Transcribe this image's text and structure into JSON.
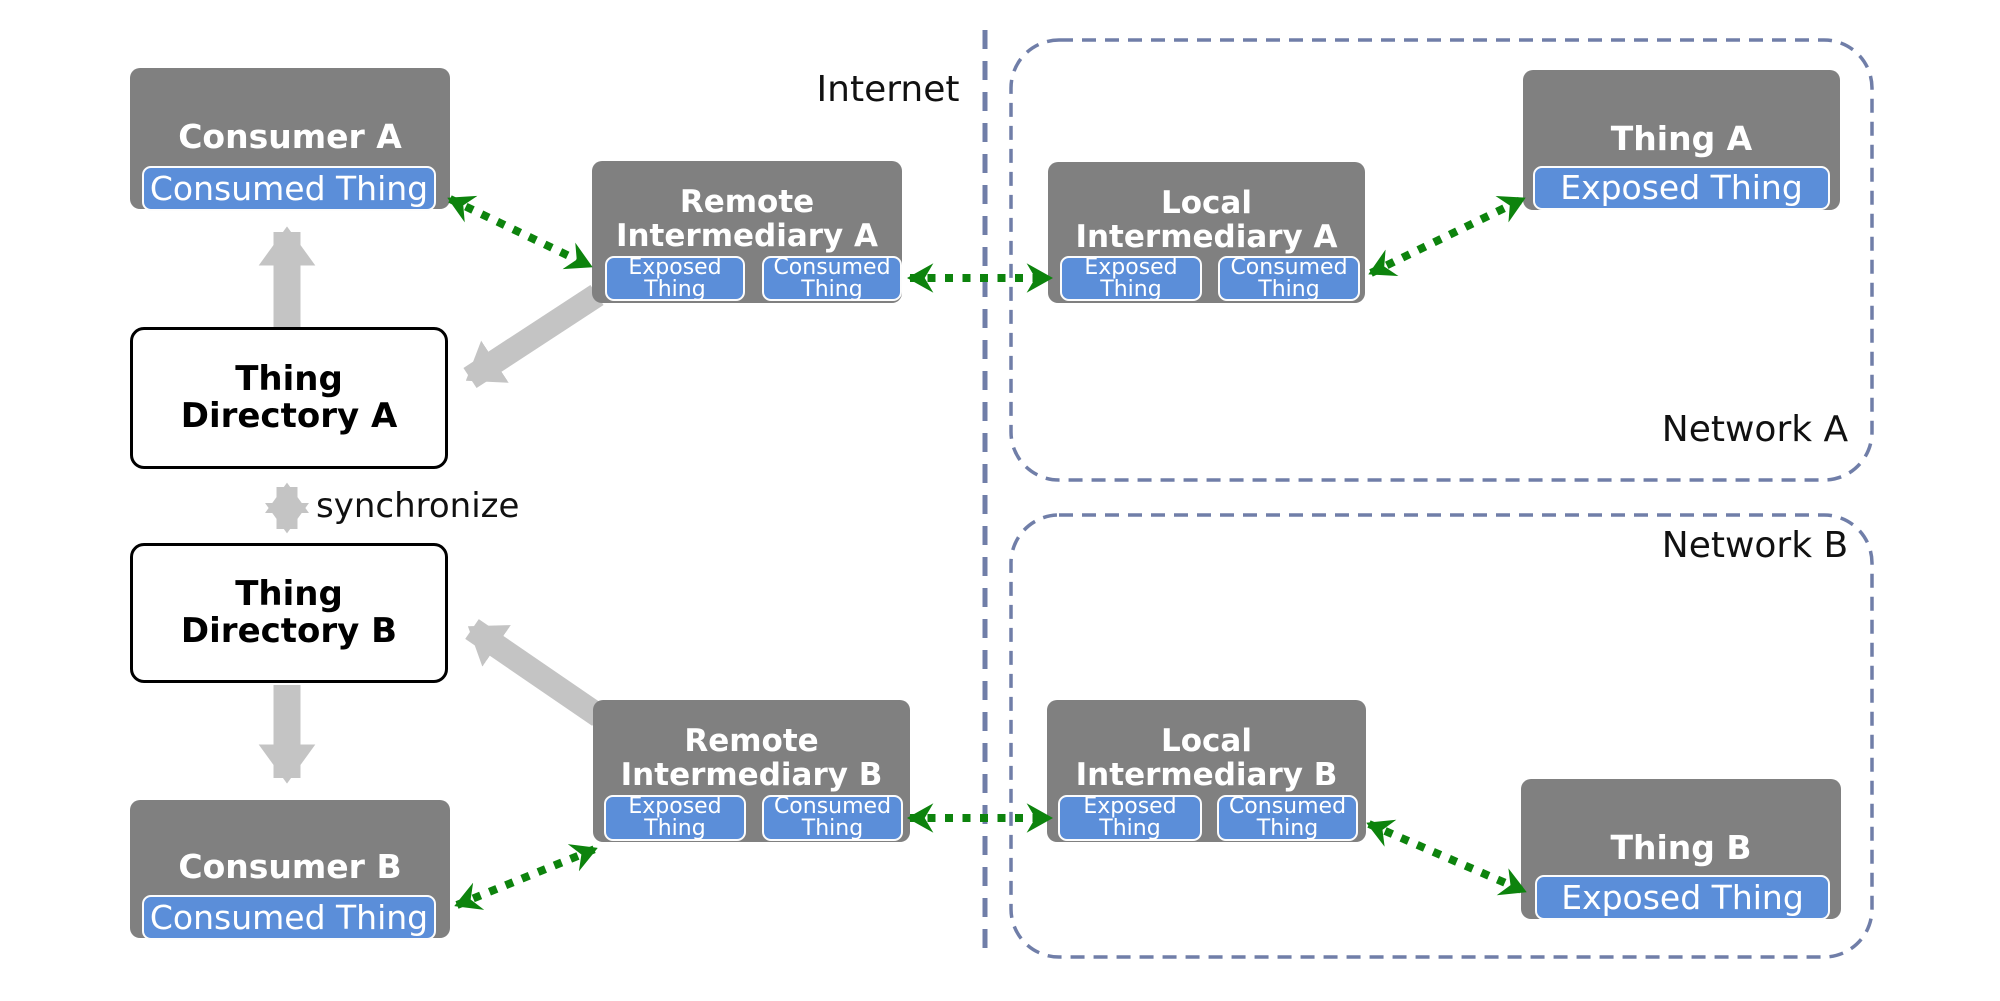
{
  "labels": {
    "internet": "Internet",
    "synchronize": "synchronize",
    "network_a": "Network A",
    "network_b": "Network B"
  },
  "nodes": {
    "consumer_a": {
      "title_lines": [
        "Consumer A"
      ],
      "consumed_label": "Consumed Thing"
    },
    "remote_intermediary_a": {
      "title_lines": [
        "Remote",
        "Intermediary A"
      ],
      "exposed_label": "Exposed Thing",
      "consumed_label": "Consumed Thing"
    },
    "local_intermediary_a": {
      "title_lines": [
        "Local",
        "Intermediary A"
      ],
      "exposed_label": "Exposed Thing",
      "consumed_label": "Consumed Thing"
    },
    "thing_a": {
      "title_lines": [
        "Thing A"
      ],
      "exposed_label": "Exposed Thing"
    },
    "thing_directory_a": {
      "title_lines": [
        "Thing",
        "Directory A"
      ]
    },
    "thing_directory_b": {
      "title_lines": [
        "Thing",
        "Directory B"
      ]
    },
    "consumer_b": {
      "title_lines": [
        "Consumer B"
      ],
      "consumed_label": "Consumed Thing"
    },
    "remote_intermediary_b": {
      "title_lines": [
        "Remote",
        "Intermediary B"
      ],
      "exposed_label": "Exposed Thing",
      "consumed_label": "Consumed Thing"
    },
    "local_intermediary_b": {
      "title_lines": [
        "Local",
        "Intermediary B"
      ],
      "exposed_label": "Exposed Thing",
      "consumed_label": "Consumed Thing"
    },
    "thing_b": {
      "title_lines": [
        "Thing B"
      ],
      "exposed_label": "Exposed Thing"
    }
  },
  "colors": {
    "node_gray": "#808080",
    "chip_blue": "#5b8ed9",
    "arrow_gray": "#c4c4c4",
    "arrow_green": "#0d830d",
    "network_dash_blue": "#707ea8"
  }
}
